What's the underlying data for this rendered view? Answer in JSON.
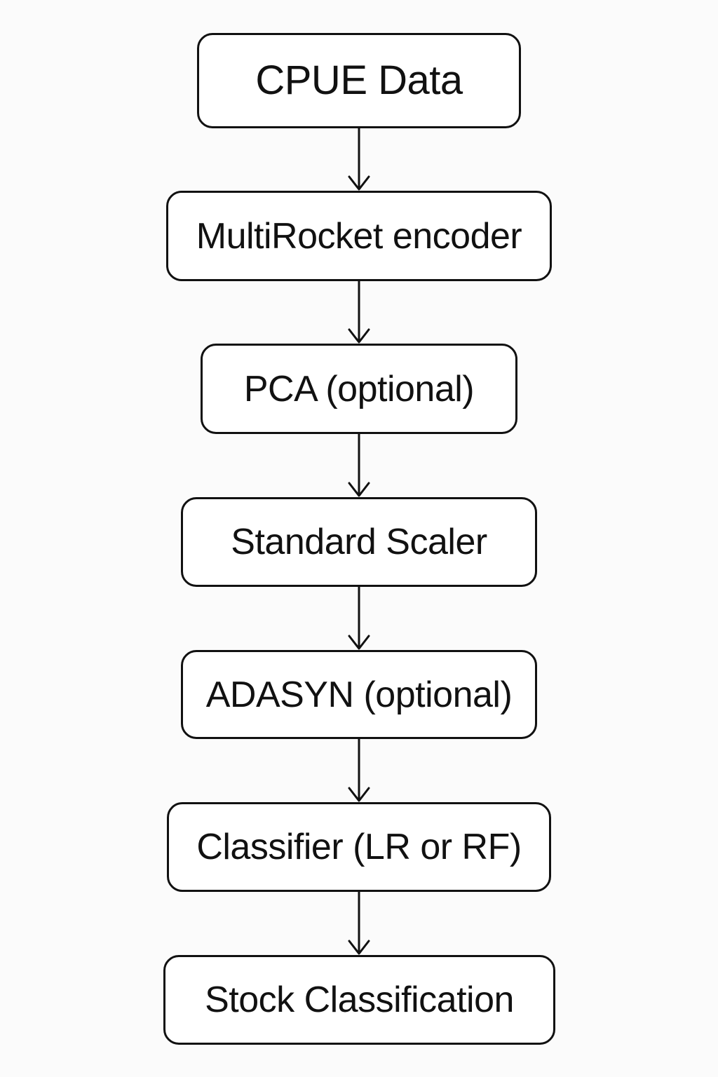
{
  "diagram": {
    "nodes": [
      {
        "id": "cpue-data",
        "label": "CPUE Data"
      },
      {
        "id": "multirocket-encoder",
        "label": "MultiRocket encoder"
      },
      {
        "id": "pca",
        "label": "PCA (optional)"
      },
      {
        "id": "standard-scaler",
        "label": "Standard Scaler"
      },
      {
        "id": "adasyn",
        "label": "ADASYN (optional)"
      },
      {
        "id": "classifier",
        "label": "Classifier (LR or RF)"
      },
      {
        "id": "stock-classification",
        "label": "Stock Classification"
      }
    ],
    "edges": [
      {
        "from": "cpue-data",
        "to": "multirocket-encoder"
      },
      {
        "from": "multirocket-encoder",
        "to": "pca"
      },
      {
        "from": "pca",
        "to": "standard-scaler"
      },
      {
        "from": "standard-scaler",
        "to": "adasyn"
      },
      {
        "from": "adasyn",
        "to": "classifier"
      },
      {
        "from": "classifier",
        "to": "stock-classification"
      }
    ],
    "colors": {
      "background": "#fbfbfb",
      "stroke": "#111111",
      "text": "#111111"
    }
  }
}
